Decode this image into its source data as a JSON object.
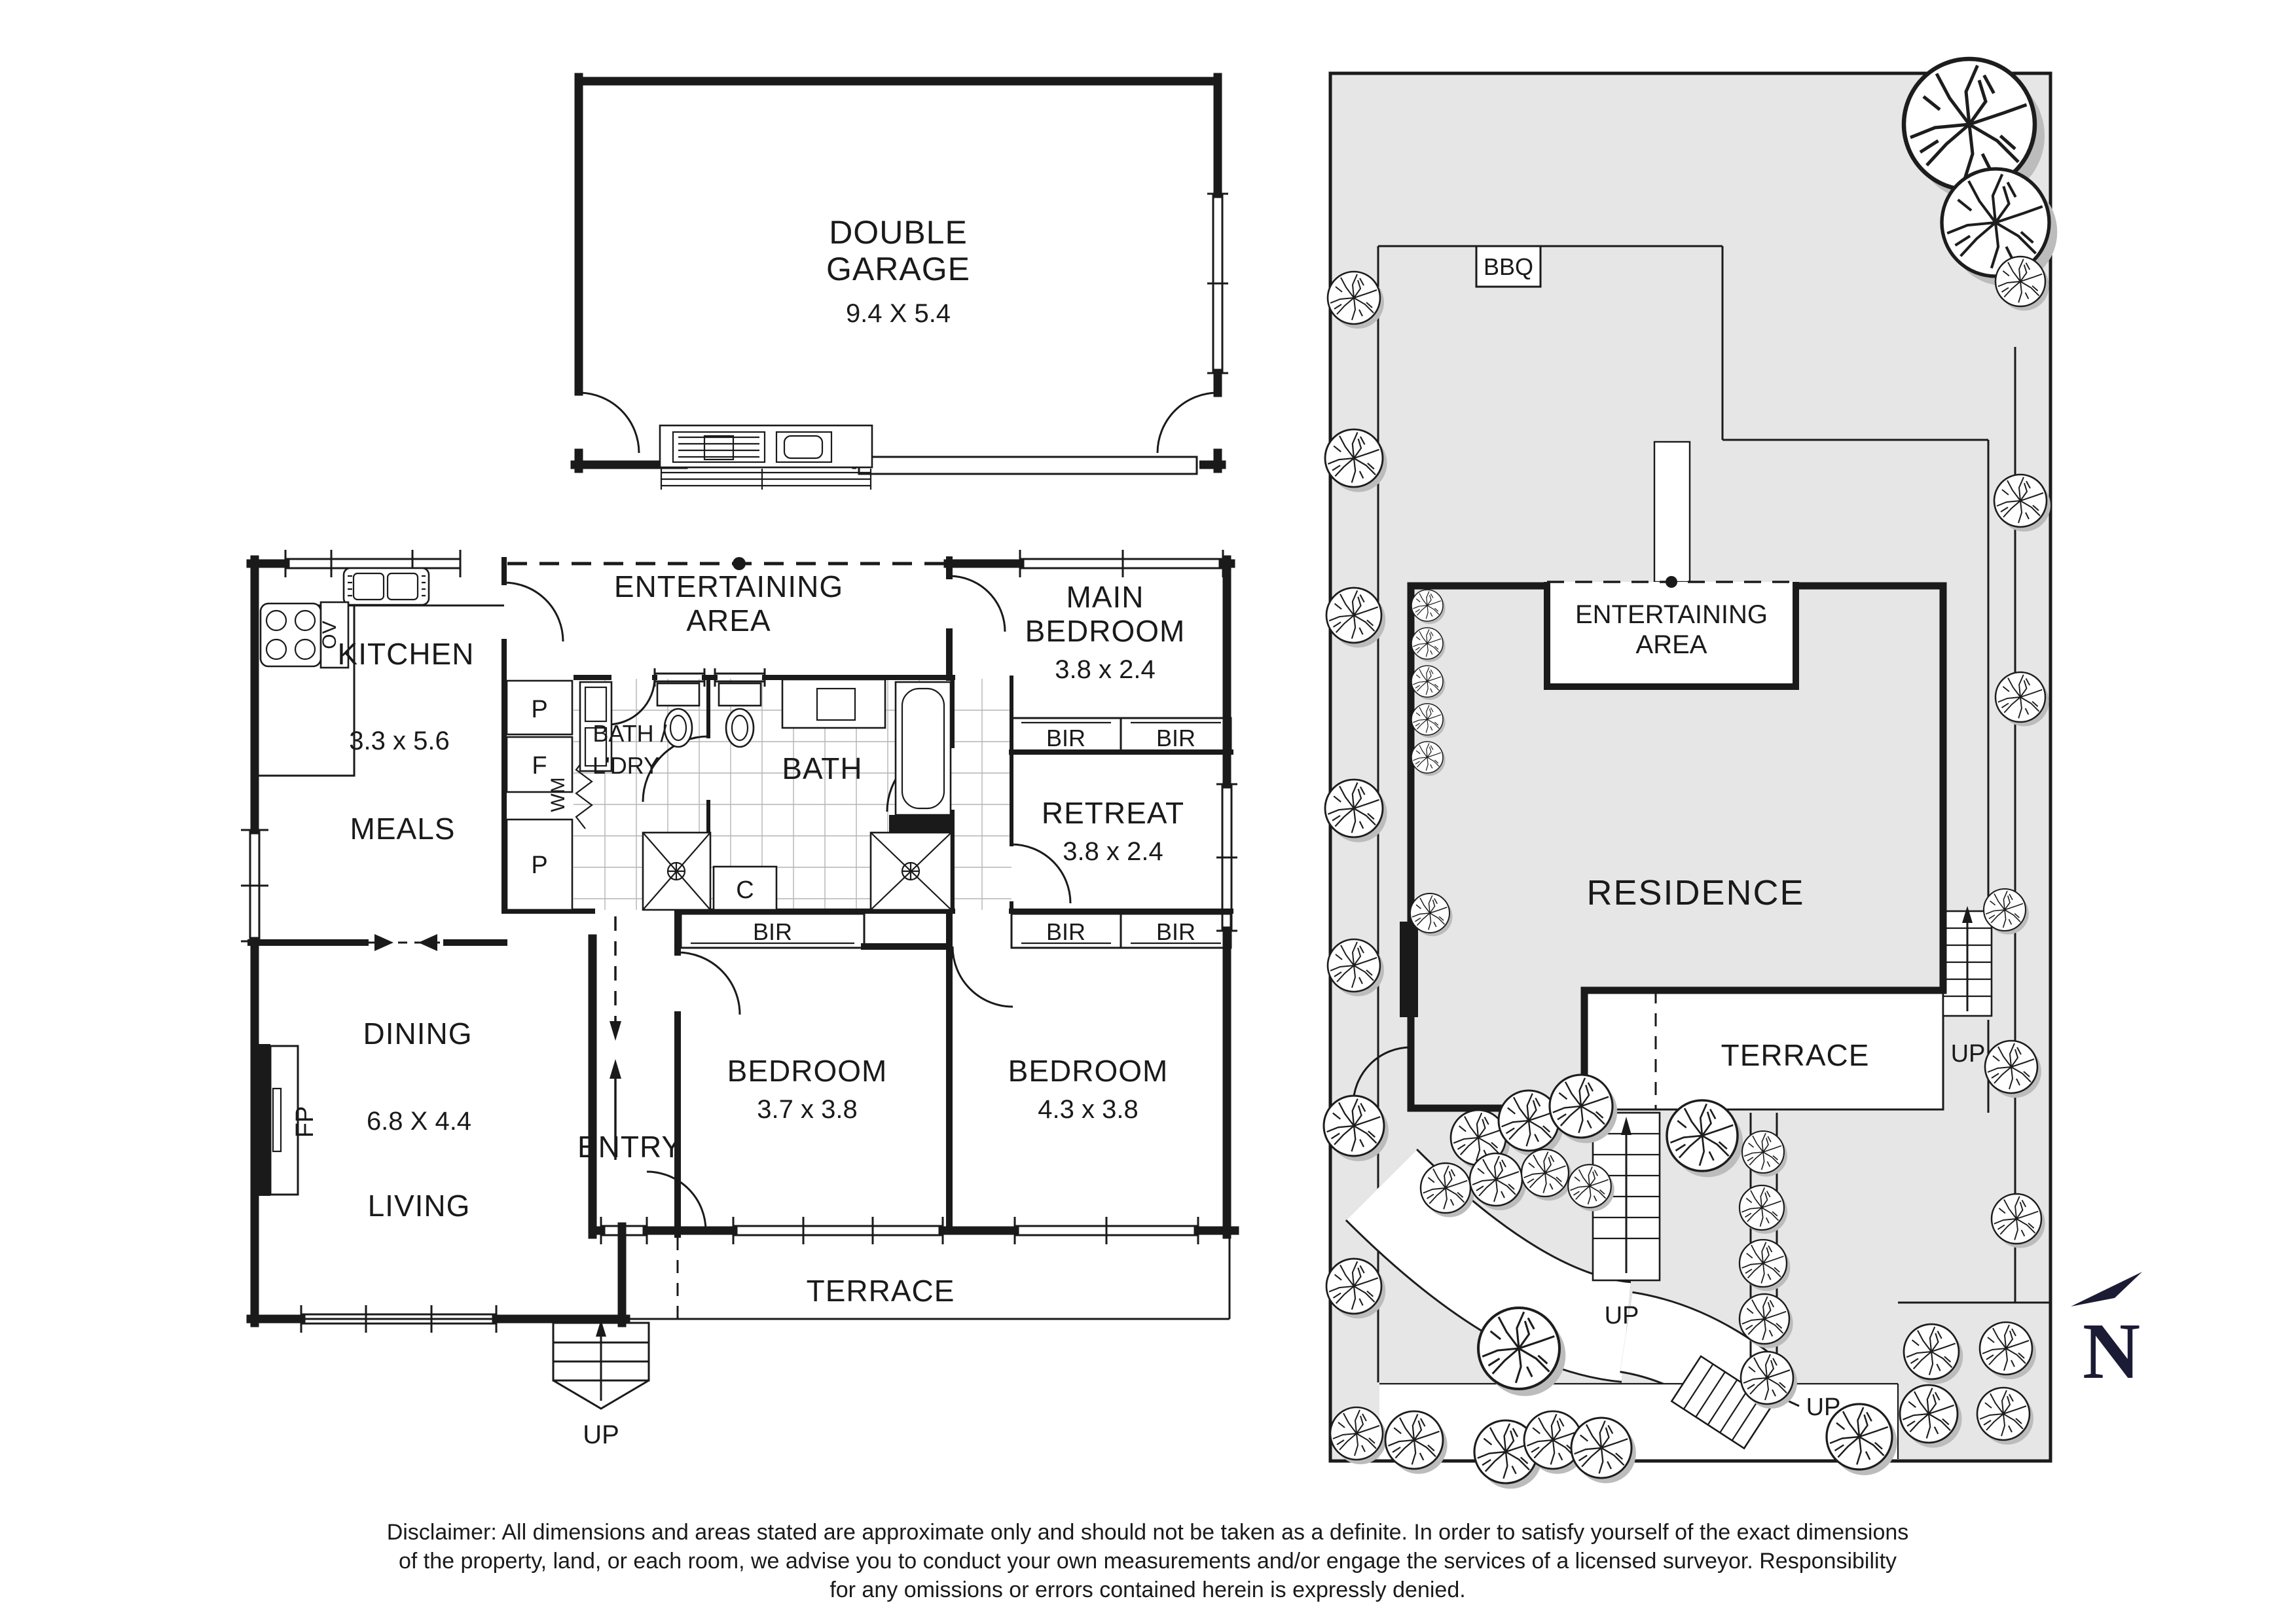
{
  "colors": {
    "line": "#1a1a1a",
    "site_fill": "#e6e6e6",
    "north_navy": "#1b1b35",
    "tile_gray": "#b4b4b4"
  },
  "garage": {
    "label_line1": "DOUBLE",
    "label_line2": "GARAGE",
    "dim": "9.4 X 5.4"
  },
  "rooms": {
    "kitchen": {
      "label": "KITCHEN",
      "dim": "3.3 x 5.6"
    },
    "meals": {
      "label": "MEALS"
    },
    "entertaining": {
      "label_line1": "ENTERTAINING",
      "label_line2": "AREA"
    },
    "main_bedroom": {
      "label_line1": "MAIN",
      "label_line2": "BEDROOM",
      "dim": "3.8 x 2.4"
    },
    "retreat": {
      "label": "RETREAT",
      "dim": "3.8 x 2.4"
    },
    "bath": {
      "label": "BATH"
    },
    "bath_laundry": {
      "label_line1": "BATH /",
      "label_line2": "L'DRY"
    },
    "dining": {
      "label": "DINING",
      "dim": "6.8 X 4.4"
    },
    "living": {
      "label": "LIVING"
    },
    "entry": {
      "label": "ENTRY"
    },
    "bedroom1": {
      "label": "BEDROOM",
      "dim": "3.7 x 3.8"
    },
    "bedroom2": {
      "label": "BEDROOM",
      "dim": "4.3 x 3.8"
    },
    "terrace": {
      "label": "TERRACE"
    }
  },
  "fixtures": {
    "bir": "BIR",
    "pantry": "P",
    "fridge": "F",
    "washing_machine": "WM",
    "cupboard": "C",
    "fireplace": "FP",
    "oven": "OV",
    "up": "UP"
  },
  "site": {
    "residence": "RESIDENCE",
    "entertaining_line1": "ENTERTAINING",
    "entertaining_line2": "AREA",
    "terrace": "TERRACE",
    "bbq": "BBQ",
    "north": "N"
  },
  "disclaimer": {
    "line1": "Disclaimer: All dimensions and areas stated are approximate only and should not be taken as a definite. In order to satisfy yourself of the exact dimensions",
    "line2": "of the property, land, or each room, we advise you to conduct your own measurements and/or engage the services of a licensed surveyor. Responsibility",
    "line3": "for any omissions or errors contained herein is expressly denied."
  }
}
